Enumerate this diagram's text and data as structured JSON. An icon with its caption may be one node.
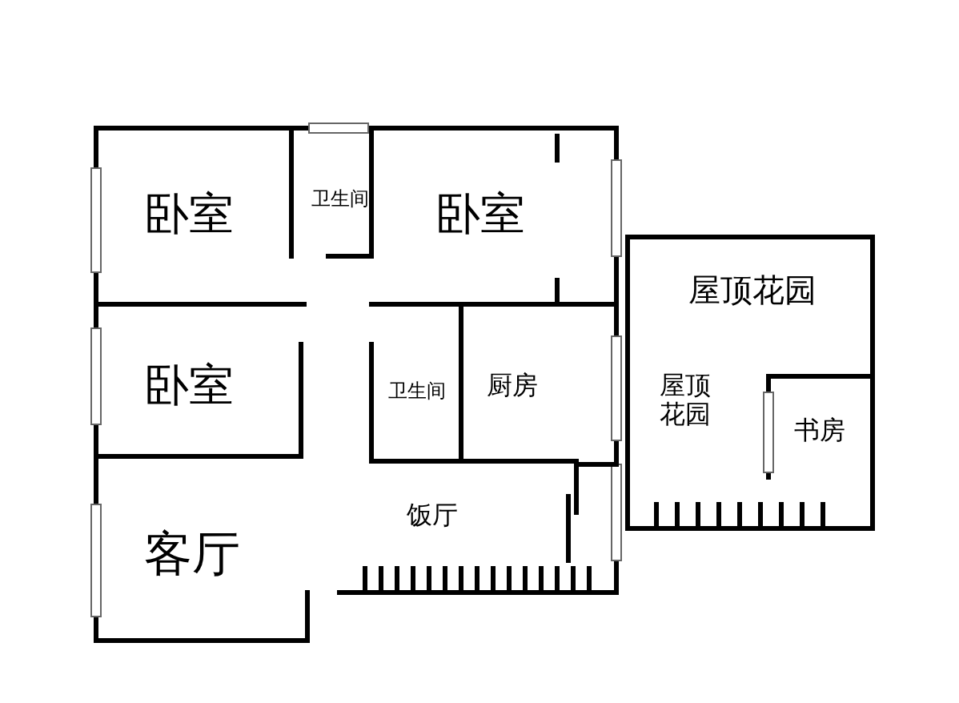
{
  "diagram": {
    "labels": [
      "卧室",
      "卫生间",
      "卧室",
      "屋顶花园",
      "卧室",
      "卫生间",
      "厨房",
      "屋顶花园",
      "书房",
      "饭厅",
      "客厅"
    ]
  }
}
